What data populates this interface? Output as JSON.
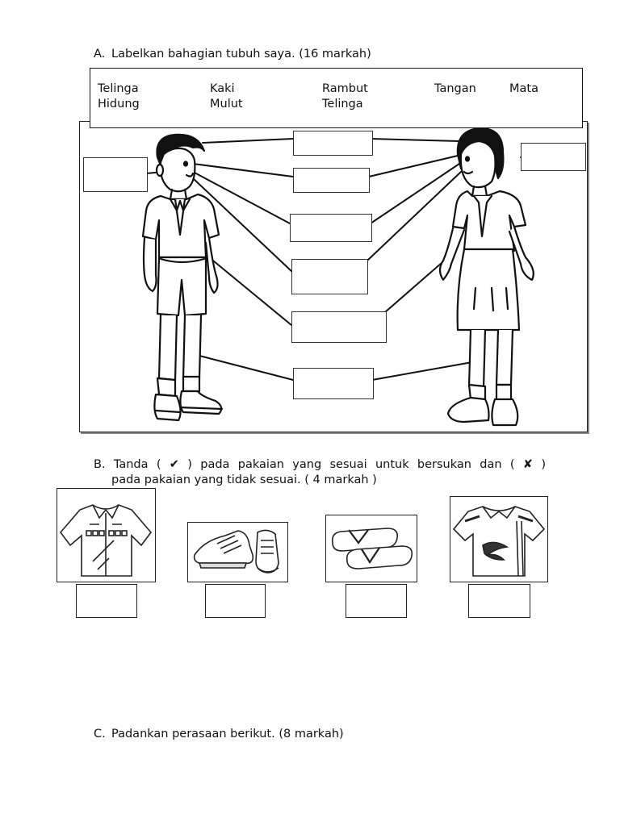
{
  "sectionA": {
    "letter": "A.",
    "instruction": "Labelkan bahagian tubuh saya. (16 markah)",
    "words_row1": [
      "Telinga",
      "Kaki",
      "Rambut",
      "Tangan",
      "Mata"
    ],
    "words_row2": [
      "Hidung",
      "Mulut",
      "Telinga"
    ]
  },
  "sectionB": {
    "letter": "B.",
    "line1_parts": [
      "Tanda",
      "(",
      "✔",
      ")",
      "pada",
      "pakaian",
      "yang",
      "sesuai",
      "untuk",
      "bersukan",
      "dan",
      "(",
      "✘",
      ")"
    ],
    "line2": "pada pakaian yang tidak sesuai. ( 4 markah )",
    "items": [
      "shirt",
      "sneakers",
      "sandals",
      "sports-jersey"
    ]
  },
  "sectionC": {
    "letter": "C.",
    "instruction": "Padankan perasaan berikut. (8 markah)"
  }
}
